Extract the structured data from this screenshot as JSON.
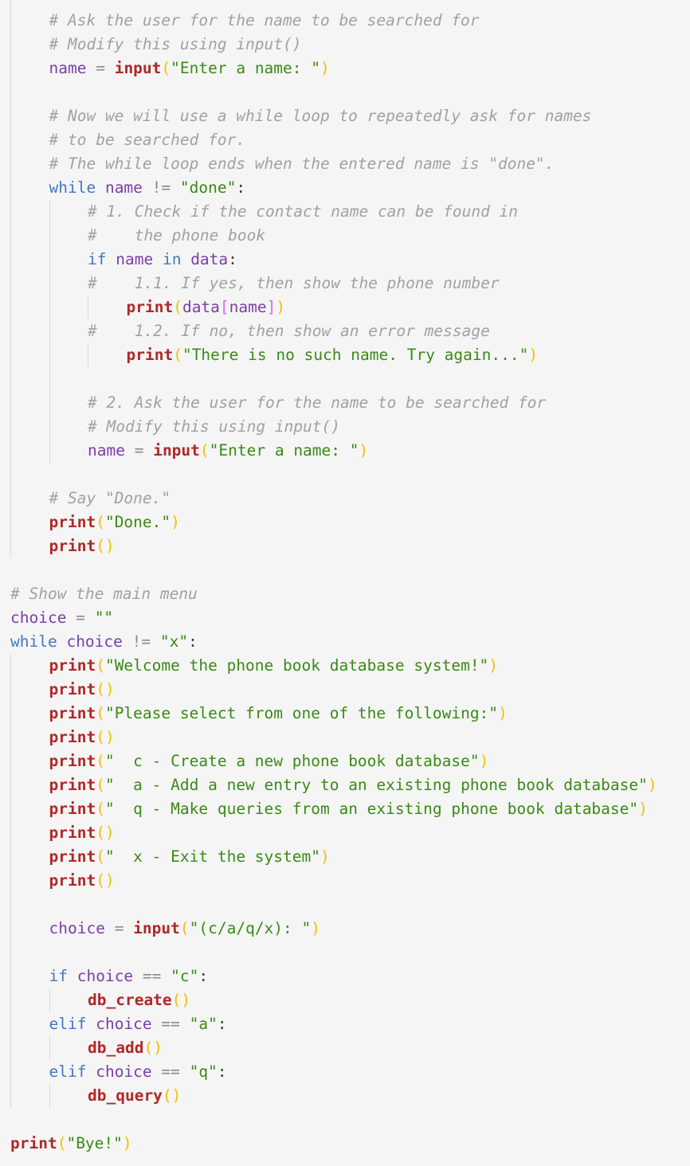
{
  "code": {
    "lines": [
      {
        "row": 0,
        "indent": 1,
        "tokens": [
          {
            "t": "c",
            "v": "# Ask the user for the name to be searched for"
          }
        ]
      },
      {
        "row": 1,
        "indent": 1,
        "tokens": [
          {
            "t": "c",
            "v": "# Modify this using input()"
          }
        ]
      },
      {
        "row": 2,
        "indent": 1,
        "tokens": [
          {
            "t": "v",
            "v": "name"
          },
          {
            "t": "o",
            "v": " = "
          },
          {
            "t": "f",
            "v": "input"
          },
          {
            "t": "p",
            "v": "("
          },
          {
            "t": "s",
            "v": "\"Enter a name: \""
          },
          {
            "t": "p",
            "v": ")"
          }
        ]
      },
      {
        "row": 4,
        "indent": 1,
        "tokens": [
          {
            "t": "c",
            "v": "# Now we will use a while loop to repeatedly ask for names"
          }
        ]
      },
      {
        "row": 5,
        "indent": 1,
        "tokens": [
          {
            "t": "c",
            "v": "# to be searched for."
          }
        ]
      },
      {
        "row": 6,
        "indent": 1,
        "tokens": [
          {
            "t": "c",
            "v": "# The while loop ends when the entered name is \"done\"."
          }
        ]
      },
      {
        "row": 7,
        "indent": 1,
        "tokens": [
          {
            "t": "k",
            "v": "while"
          },
          {
            "t": "n",
            "v": " "
          },
          {
            "t": "v",
            "v": "name"
          },
          {
            "t": "o",
            "v": " != "
          },
          {
            "t": "s",
            "v": "\"done\""
          },
          {
            "t": "n",
            "v": ":"
          }
        ]
      },
      {
        "row": 8,
        "indent": 2,
        "tokens": [
          {
            "t": "c",
            "v": "# 1. Check if the contact name can be found in"
          }
        ]
      },
      {
        "row": 9,
        "indent": 2,
        "tokens": [
          {
            "t": "c",
            "v": "#    the phone book"
          }
        ]
      },
      {
        "row": 10,
        "indent": 2,
        "tokens": [
          {
            "t": "k",
            "v": "if"
          },
          {
            "t": "n",
            "v": " "
          },
          {
            "t": "v",
            "v": "name"
          },
          {
            "t": "n",
            "v": " "
          },
          {
            "t": "k",
            "v": "in"
          },
          {
            "t": "n",
            "v": " "
          },
          {
            "t": "v",
            "v": "data"
          },
          {
            "t": "n",
            "v": ":"
          }
        ]
      },
      {
        "row": 11,
        "indent": 2,
        "tokens": [
          {
            "t": "c",
            "v": "#    1.1. If yes, then show the phone number"
          }
        ]
      },
      {
        "row": 12,
        "indent": 3,
        "tokens": [
          {
            "t": "f",
            "v": "print"
          },
          {
            "t": "p",
            "v": "("
          },
          {
            "t": "v",
            "v": "data"
          },
          {
            "t": "pp",
            "v": "["
          },
          {
            "t": "v",
            "v": "name"
          },
          {
            "t": "pp",
            "v": "]"
          },
          {
            "t": "p",
            "v": ")"
          }
        ]
      },
      {
        "row": 13,
        "indent": 2,
        "tokens": [
          {
            "t": "c",
            "v": "#    1.2. If no, then show an error message"
          }
        ]
      },
      {
        "row": 14,
        "indent": 3,
        "tokens": [
          {
            "t": "f",
            "v": "print"
          },
          {
            "t": "p",
            "v": "("
          },
          {
            "t": "s",
            "v": "\"There is no such name. Try again...\""
          },
          {
            "t": "p",
            "v": ")"
          }
        ]
      },
      {
        "row": 16,
        "indent": 2,
        "tokens": [
          {
            "t": "c",
            "v": "# 2. Ask the user for the name to be searched for"
          }
        ]
      },
      {
        "row": 17,
        "indent": 2,
        "tokens": [
          {
            "t": "c",
            "v": "# Modify this using input()"
          }
        ]
      },
      {
        "row": 18,
        "indent": 2,
        "tokens": [
          {
            "t": "v",
            "v": "name"
          },
          {
            "t": "o",
            "v": " = "
          },
          {
            "t": "f",
            "v": "input"
          },
          {
            "t": "p",
            "v": "("
          },
          {
            "t": "s",
            "v": "\"Enter a name: \""
          },
          {
            "t": "p",
            "v": ")"
          }
        ]
      },
      {
        "row": 20,
        "indent": 1,
        "tokens": [
          {
            "t": "c",
            "v": "# Say \"Done.\""
          }
        ]
      },
      {
        "row": 21,
        "indent": 1,
        "tokens": [
          {
            "t": "f",
            "v": "print"
          },
          {
            "t": "p",
            "v": "("
          },
          {
            "t": "s",
            "v": "\"Done.\""
          },
          {
            "t": "p",
            "v": ")"
          }
        ]
      },
      {
        "row": 22,
        "indent": 1,
        "tokens": [
          {
            "t": "f",
            "v": "print"
          },
          {
            "t": "p",
            "v": "()"
          }
        ]
      },
      {
        "row": 24,
        "indent": 0,
        "tokens": [
          {
            "t": "c",
            "v": "# Show the main menu"
          }
        ]
      },
      {
        "row": 25,
        "indent": 0,
        "tokens": [
          {
            "t": "v",
            "v": "choice"
          },
          {
            "t": "o",
            "v": " = "
          },
          {
            "t": "s",
            "v": "\"\""
          }
        ]
      },
      {
        "row": 26,
        "indent": 0,
        "tokens": [
          {
            "t": "k",
            "v": "while"
          },
          {
            "t": "n",
            "v": " "
          },
          {
            "t": "v",
            "v": "choice"
          },
          {
            "t": "o",
            "v": " != "
          },
          {
            "t": "s",
            "v": "\"x\""
          },
          {
            "t": "n",
            "v": ":"
          }
        ]
      },
      {
        "row": 27,
        "indent": 1,
        "tokens": [
          {
            "t": "f",
            "v": "print"
          },
          {
            "t": "p",
            "v": "("
          },
          {
            "t": "s",
            "v": "\"Welcome the phone book database system!\""
          },
          {
            "t": "p",
            "v": ")"
          }
        ]
      },
      {
        "row": 28,
        "indent": 1,
        "tokens": [
          {
            "t": "f",
            "v": "print"
          },
          {
            "t": "p",
            "v": "()"
          }
        ]
      },
      {
        "row": 29,
        "indent": 1,
        "tokens": [
          {
            "t": "f",
            "v": "print"
          },
          {
            "t": "p",
            "v": "("
          },
          {
            "t": "s",
            "v": "\"Please select from one of the following:\""
          },
          {
            "t": "p",
            "v": ")"
          }
        ]
      },
      {
        "row": 30,
        "indent": 1,
        "tokens": [
          {
            "t": "f",
            "v": "print"
          },
          {
            "t": "p",
            "v": "()"
          }
        ]
      },
      {
        "row": 31,
        "indent": 1,
        "tokens": [
          {
            "t": "f",
            "v": "print"
          },
          {
            "t": "p",
            "v": "("
          },
          {
            "t": "s",
            "v": "\"  c - Create a new phone book database\""
          },
          {
            "t": "p",
            "v": ")"
          }
        ]
      },
      {
        "row": 32,
        "indent": 1,
        "tokens": [
          {
            "t": "f",
            "v": "print"
          },
          {
            "t": "p",
            "v": "("
          },
          {
            "t": "s",
            "v": "\"  a - Add a new entry to an existing phone book database\""
          },
          {
            "t": "p",
            "v": ")"
          }
        ]
      },
      {
        "row": 33,
        "indent": 1,
        "tokens": [
          {
            "t": "f",
            "v": "print"
          },
          {
            "t": "p",
            "v": "("
          },
          {
            "t": "s",
            "v": "\"  q - Make queries from an existing phone book database\""
          },
          {
            "t": "p",
            "v": ")"
          }
        ]
      },
      {
        "row": 34,
        "indent": 1,
        "tokens": [
          {
            "t": "f",
            "v": "print"
          },
          {
            "t": "p",
            "v": "()"
          }
        ]
      },
      {
        "row": 35,
        "indent": 1,
        "tokens": [
          {
            "t": "f",
            "v": "print"
          },
          {
            "t": "p",
            "v": "("
          },
          {
            "t": "s",
            "v": "\"  x - Exit the system\""
          },
          {
            "t": "p",
            "v": ")"
          }
        ]
      },
      {
        "row": 36,
        "indent": 1,
        "tokens": [
          {
            "t": "f",
            "v": "print"
          },
          {
            "t": "p",
            "v": "()"
          }
        ]
      },
      {
        "row": 38,
        "indent": 1,
        "tokens": [
          {
            "t": "v",
            "v": "choice"
          },
          {
            "t": "o",
            "v": " = "
          },
          {
            "t": "f",
            "v": "input"
          },
          {
            "t": "p",
            "v": "("
          },
          {
            "t": "s",
            "v": "\"(c/a/q/x): \""
          },
          {
            "t": "p",
            "v": ")"
          }
        ]
      },
      {
        "row": 40,
        "indent": 1,
        "tokens": [
          {
            "t": "k",
            "v": "if"
          },
          {
            "t": "n",
            "v": " "
          },
          {
            "t": "v",
            "v": "choice"
          },
          {
            "t": "o",
            "v": " == "
          },
          {
            "t": "s",
            "v": "\"c\""
          },
          {
            "t": "n",
            "v": ":"
          }
        ]
      },
      {
        "row": 41,
        "indent": 2,
        "tokens": [
          {
            "t": "f",
            "v": "db_create"
          },
          {
            "t": "p",
            "v": "()"
          }
        ]
      },
      {
        "row": 42,
        "indent": 1,
        "tokens": [
          {
            "t": "k",
            "v": "elif"
          },
          {
            "t": "n",
            "v": " "
          },
          {
            "t": "v",
            "v": "choice"
          },
          {
            "t": "o",
            "v": " == "
          },
          {
            "t": "s",
            "v": "\"a\""
          },
          {
            "t": "n",
            "v": ":"
          }
        ]
      },
      {
        "row": 43,
        "indent": 2,
        "tokens": [
          {
            "t": "f",
            "v": "db_add"
          },
          {
            "t": "p",
            "v": "()"
          }
        ]
      },
      {
        "row": 44,
        "indent": 1,
        "tokens": [
          {
            "t": "k",
            "v": "elif"
          },
          {
            "t": "n",
            "v": " "
          },
          {
            "t": "v",
            "v": "choice"
          },
          {
            "t": "o",
            "v": " == "
          },
          {
            "t": "s",
            "v": "\"q\""
          },
          {
            "t": "n",
            "v": ":"
          }
        ]
      },
      {
        "row": 45,
        "indent": 2,
        "tokens": [
          {
            "t": "f",
            "v": "db_query"
          },
          {
            "t": "p",
            "v": "()"
          }
        ]
      },
      {
        "row": 47,
        "indent": 0,
        "tokens": [
          {
            "t": "f",
            "v": "print"
          },
          {
            "t": "p",
            "v": "("
          },
          {
            "t": "s",
            "v": "\"Bye!\""
          },
          {
            "t": "p",
            "v": ")"
          }
        ]
      }
    ],
    "indent_guides": [
      {
        "level": 0,
        "from_row": -1,
        "to_row": 22
      },
      {
        "level": 1,
        "from_row": 8,
        "to_row": 18
      },
      {
        "level": 2,
        "from_row": 12,
        "to_row": 12
      },
      {
        "level": 2,
        "from_row": 14,
        "to_row": 14
      },
      {
        "level": 0,
        "from_row": 27,
        "to_row": 45
      },
      {
        "level": 1,
        "from_row": 41,
        "to_row": 41
      },
      {
        "level": 1,
        "from_row": 43,
        "to_row": 43
      },
      {
        "level": 1,
        "from_row": 45,
        "to_row": 45
      }
    ],
    "colors": {
      "background": "#f5f5f5",
      "comment": "#a0a1a7",
      "keyword": "#4078c0",
      "variable": "#7a3ea8",
      "function": "#b02828",
      "string": "#3a8a16",
      "paren": "#f0c000",
      "bracket": "#d66bf0",
      "operator": "#8a8a8a",
      "guide": "#d8d8d8"
    }
  }
}
